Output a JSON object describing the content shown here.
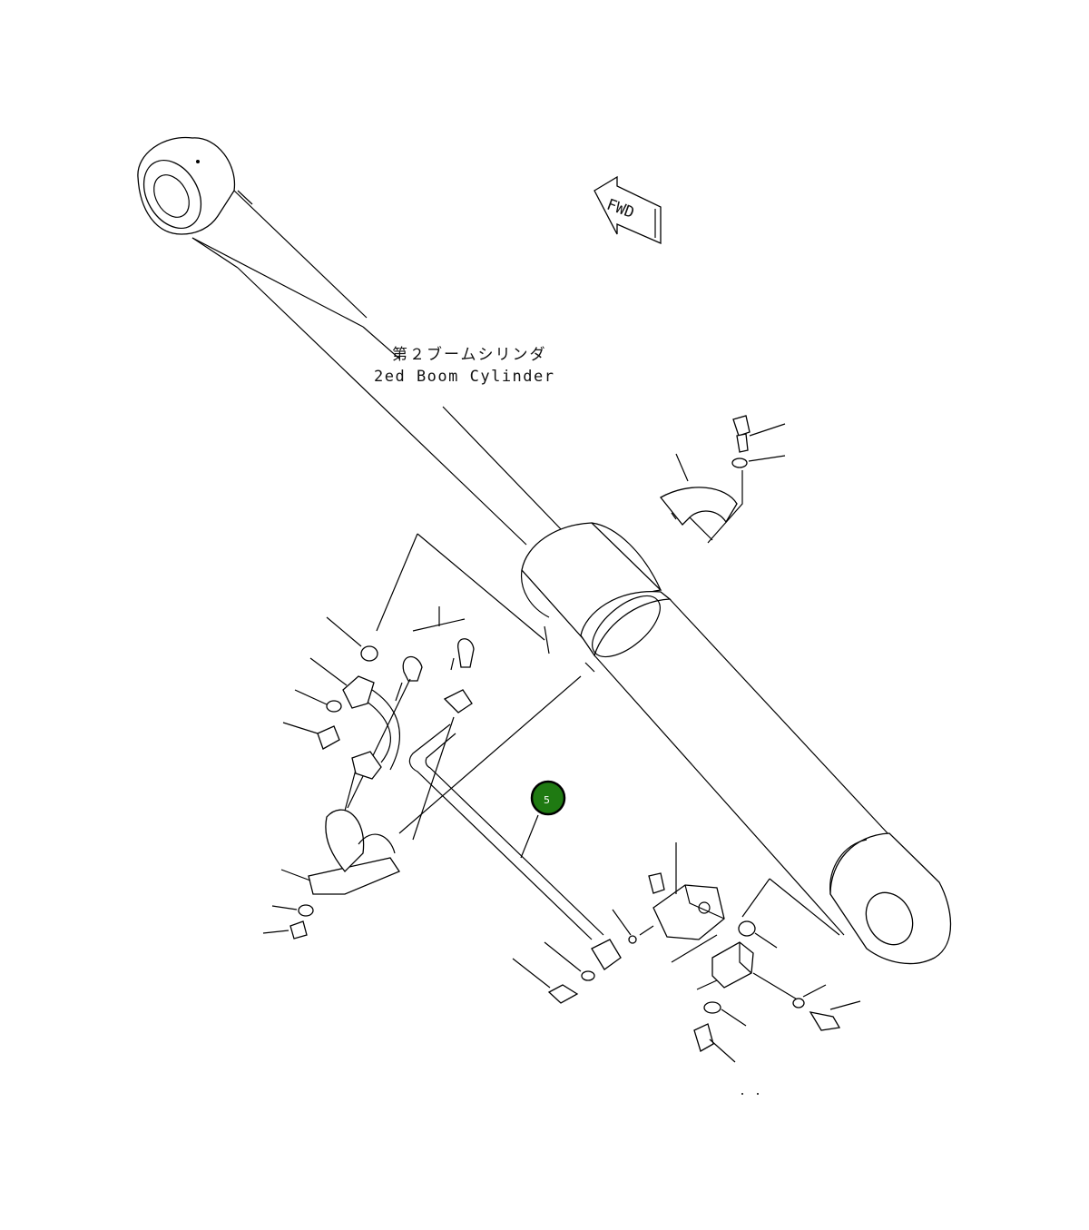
{
  "diagram": {
    "title_jp": "第２ブームシリンダ",
    "title_en": "2ed Boom Cylinder",
    "fwd_label": "FWD",
    "callout": {
      "label": "5",
      "color": "#1f7a12"
    }
  }
}
